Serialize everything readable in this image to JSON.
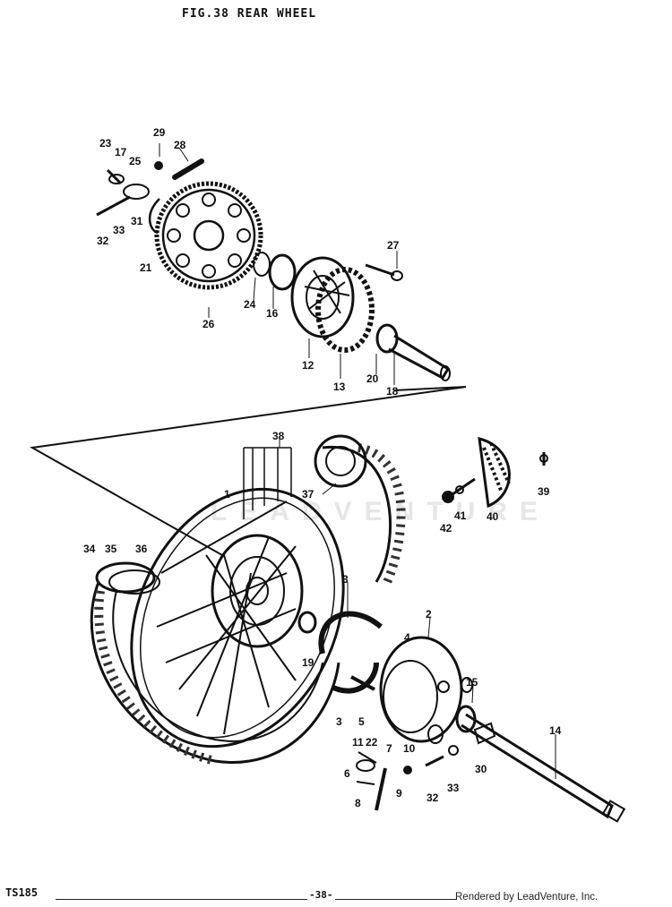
{
  "figure": {
    "title": "FIG.38  REAR WHEEL",
    "watermark": "LEADVENTURE"
  },
  "footer": {
    "model": "TS185",
    "page": "-38-",
    "credit": "Rendered by LeadVenture, Inc."
  },
  "callouts": [
    {
      "label": "23"
    },
    {
      "label": "17"
    },
    {
      "label": "25"
    },
    {
      "label": "29"
    },
    {
      "label": "28"
    },
    {
      "label": "32"
    },
    {
      "label": "33"
    },
    {
      "label": "31"
    },
    {
      "label": "21"
    },
    {
      "label": "26"
    },
    {
      "label": "24"
    },
    {
      "label": "16"
    },
    {
      "label": "27"
    },
    {
      "label": "12"
    },
    {
      "label": "13"
    },
    {
      "label": "20"
    },
    {
      "label": "18"
    },
    {
      "label": "38"
    },
    {
      "label": "37"
    },
    {
      "label": "40"
    },
    {
      "label": "41"
    },
    {
      "label": "42"
    },
    {
      "label": "39"
    },
    {
      "label": "34"
    },
    {
      "label": "35"
    },
    {
      "label": "36"
    },
    {
      "label": "1"
    },
    {
      "label": "3"
    },
    {
      "label": "2"
    },
    {
      "label": "4"
    },
    {
      "label": "19"
    },
    {
      "label": "3"
    },
    {
      "label": "5"
    },
    {
      "label": "15"
    },
    {
      "label": "14"
    },
    {
      "label": "11"
    },
    {
      "label": "22"
    },
    {
      "label": "7"
    },
    {
      "label": "10"
    },
    {
      "label": "6"
    },
    {
      "label": "9"
    },
    {
      "label": "8"
    },
    {
      "label": "32"
    },
    {
      "label": "33"
    },
    {
      "label": "30"
    }
  ]
}
